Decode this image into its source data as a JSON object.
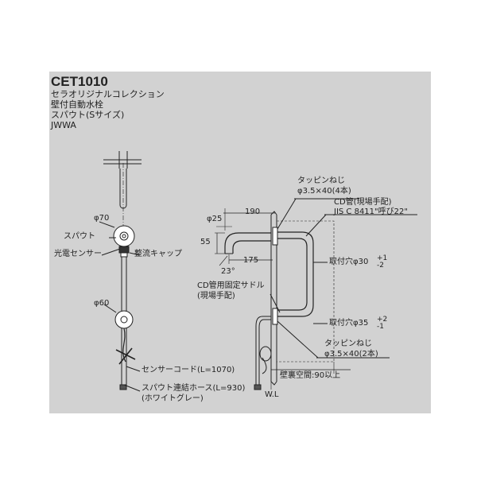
{
  "header": {
    "model": "CET1010",
    "lines": [
      "セラオリジナルコレクション",
      "壁付自動水栓",
      "スパウト(Sサイズ)",
      "JWWA"
    ]
  },
  "front_view": {
    "phi70": "φ70",
    "spout": "スパウト",
    "sensor": "光電センサー",
    "flow_cap": "整流キャップ",
    "phi60": "φ60",
    "sensor_cord": "センサーコード(L=1070)",
    "hose": "スパウト連結ホース(L=930)",
    "hose_color": "(ホワイトグレー)"
  },
  "side_view": {
    "phi25": "φ25",
    "dim190": "190",
    "dim55": "55",
    "dim175": "175",
    "angle": "23°",
    "tappin_top_1": "タッピンねじ",
    "tappin_top_2": "φ3.5×40(4本)",
    "cd_pipe_1": "CD管(現場手配)",
    "cd_pipe_2": "JIS C 8411\"呼び22\"",
    "hole_top": "取付穴φ30",
    "hole_top_tol_plus": "+1",
    "hole_top_tol_minus": "-2",
    "saddle_1": "CD管用固定サドル",
    "saddle_2": "(現場手配)",
    "hole_bottom": "取付穴φ35",
    "hole_bottom_tol_plus": "+2",
    "hole_bottom_tol_minus": "-1",
    "tappin_bot_1": "タッピンねじ",
    "tappin_bot_2": "φ3.5×40(2本)",
    "wall_space": "壁裏空間:90以上",
    "wl": "W.L"
  }
}
